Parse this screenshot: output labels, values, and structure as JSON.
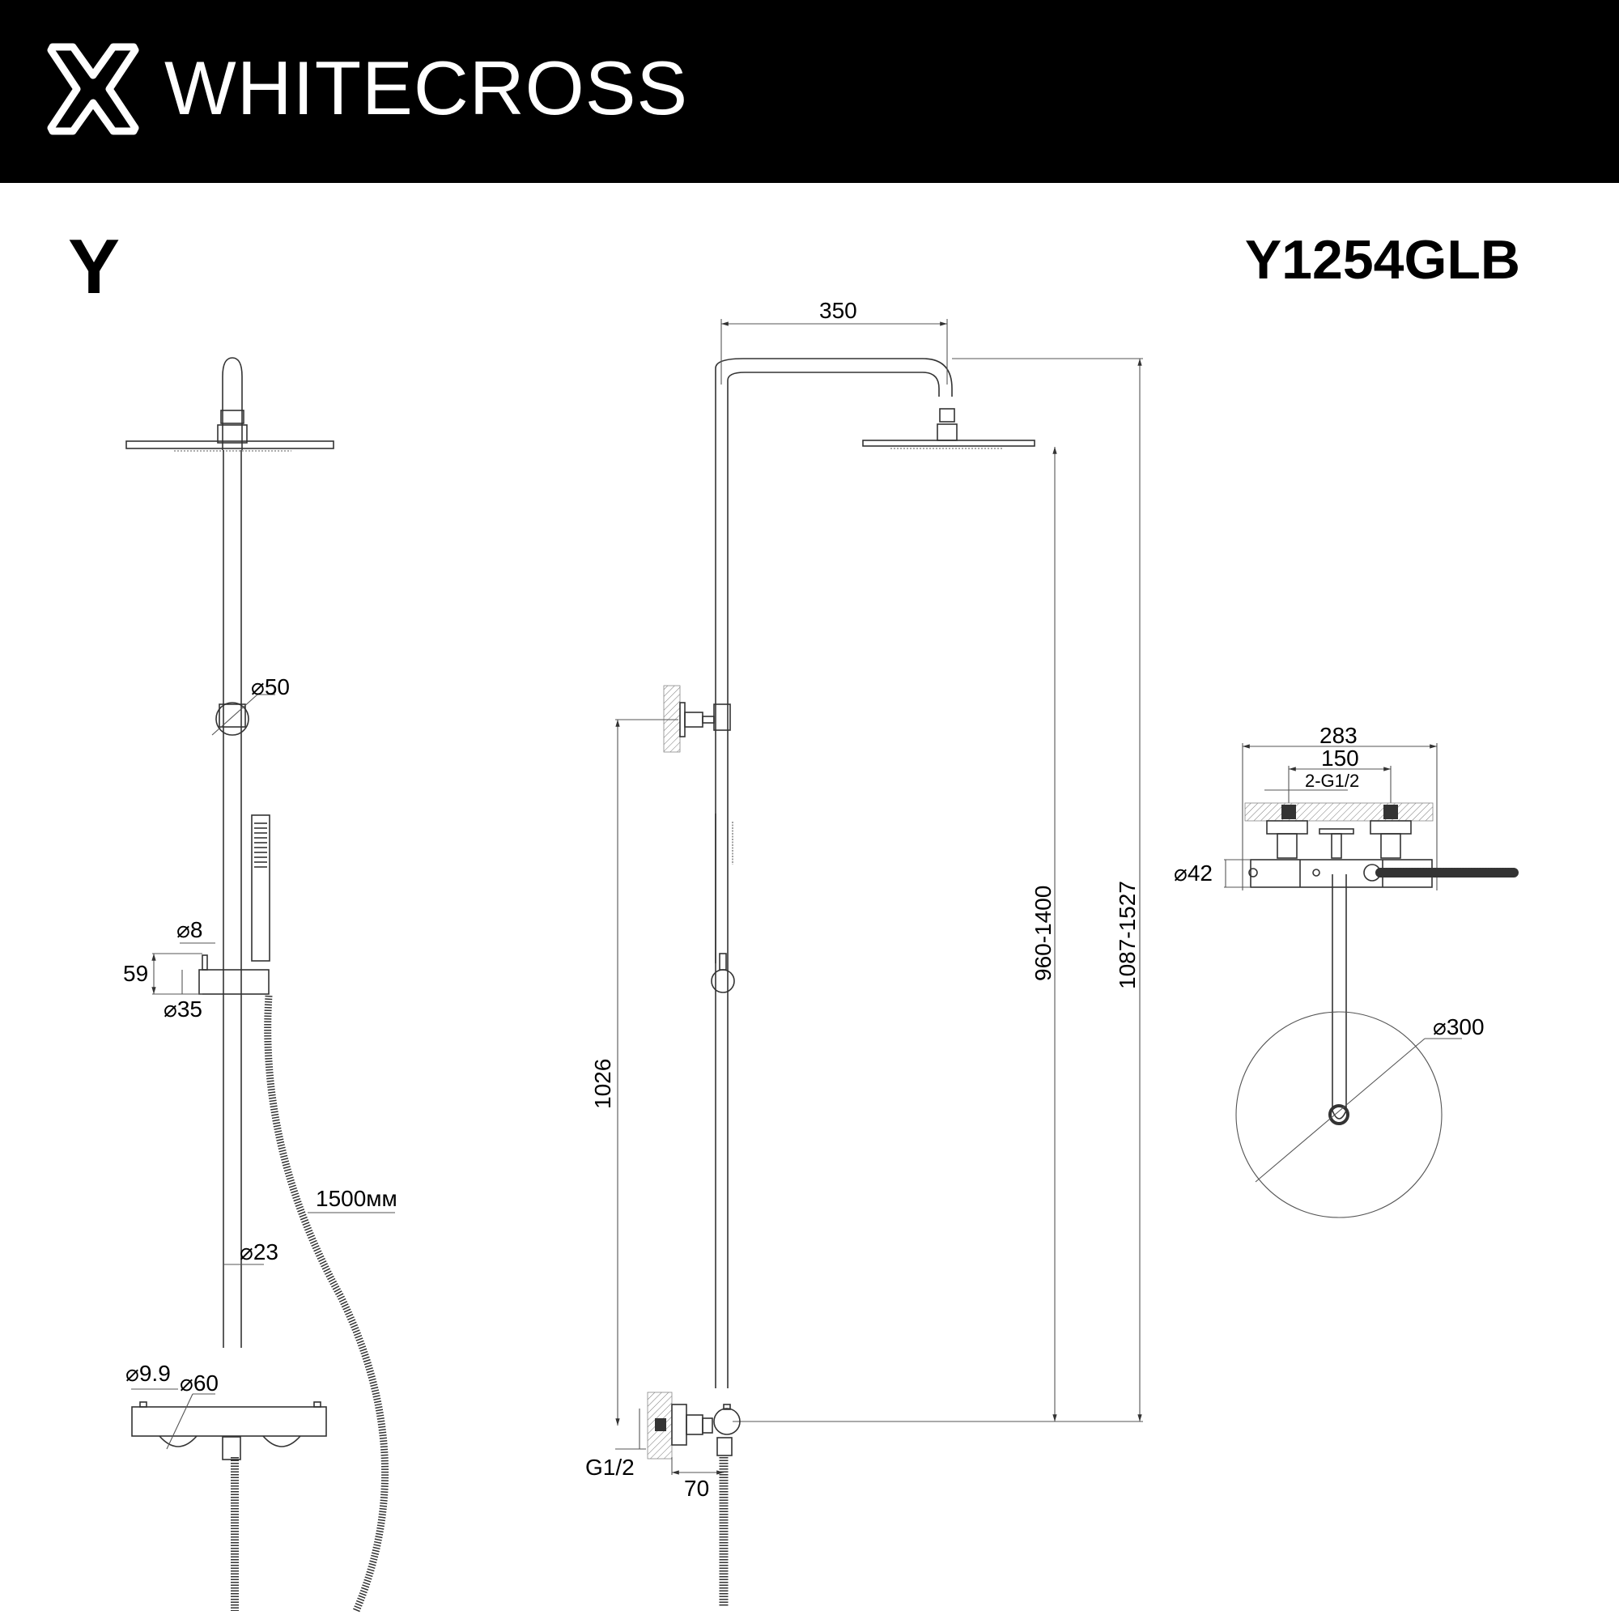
{
  "header": {
    "brand": "WHITECROSS",
    "logo_icon": "cross-outline-logo",
    "background": "#000000",
    "text_color": "#ffffff"
  },
  "series": "Y",
  "model": "Y1254GLB",
  "views": {
    "front": {
      "dimensions": {
        "wall_bracket_diameter": "⌀50",
        "handle_pin_diameter": "⌀8",
        "holder_height": "59",
        "holder_diameter": "⌀35",
        "hose_length": "1500мм",
        "rail_diameter": "⌀23",
        "mixer_pin_diameter": "⌀9.9",
        "knob_diameter": "⌀60"
      }
    },
    "side": {
      "dimensions": {
        "arm_reach": "350",
        "bracket_height": "1026",
        "head_height_range": "960-1400",
        "total_height_range": "1087-1527",
        "inlet_thread": "G1/2",
        "wall_offset": "70"
      }
    },
    "top": {
      "dimensions": {
        "overall_width": "283",
        "inlet_spacing": "150",
        "inlets": "2-G1/2",
        "body_diameter": "⌀42",
        "head_diameter": "⌀300"
      }
    }
  }
}
